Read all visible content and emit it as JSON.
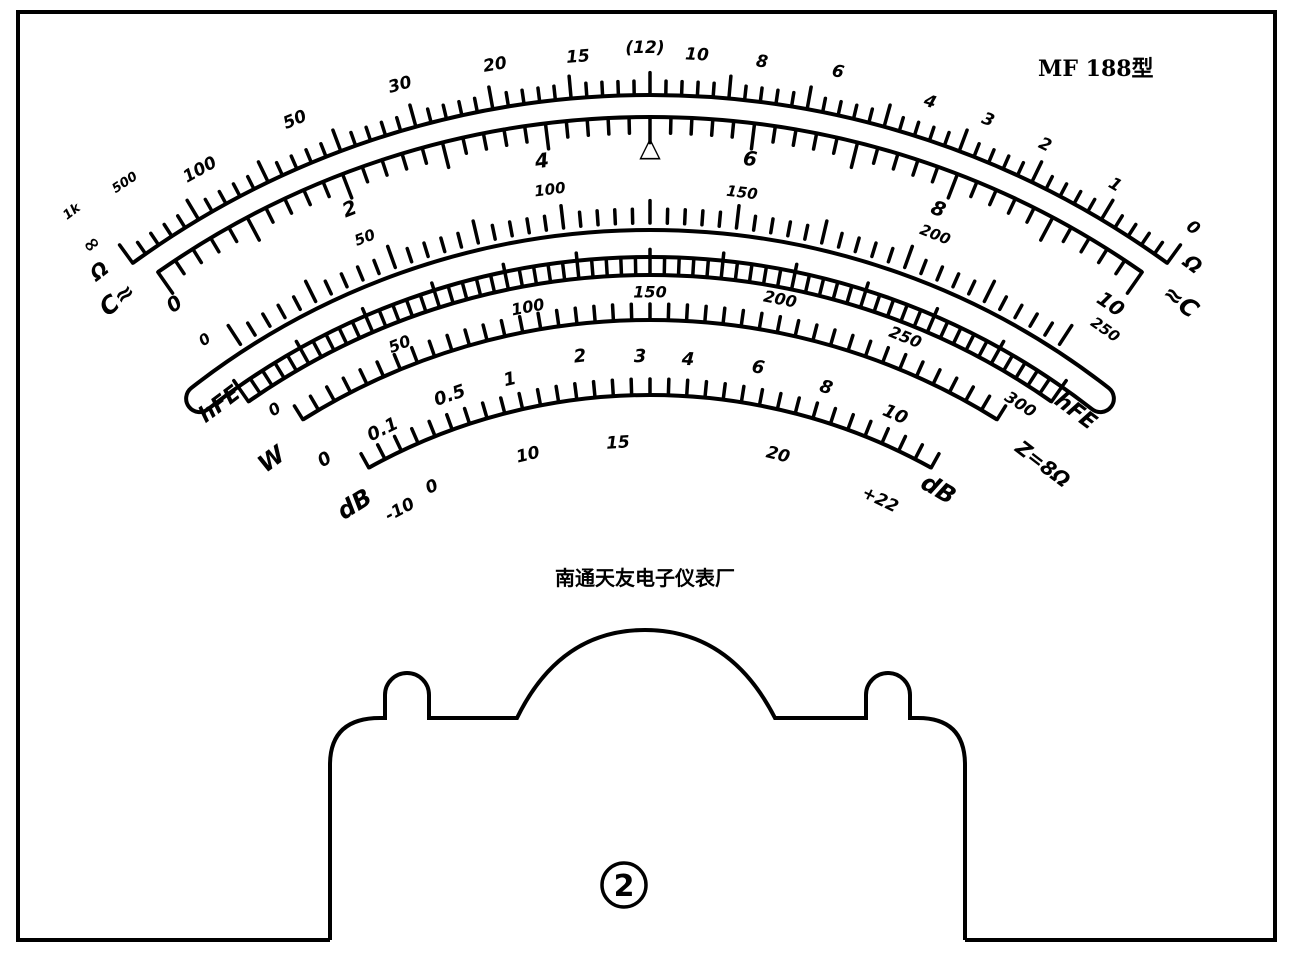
{
  "title": "MF 188型",
  "manufacturer": "南通天友电子仪表厂",
  "figure_number": "②",
  "scales": {
    "ohm": {
      "labels": [
        "1k",
        "500",
        "100",
        "50",
        "30",
        "20",
        "15",
        "(12)",
        "10",
        "8",
        "6",
        "4",
        "3",
        "2",
        "1",
        "0"
      ],
      "left_unit": "∞",
      "left_symbol": "Ω",
      "right_symbol": "Ω"
    },
    "dc_10": {
      "labels": [
        "0",
        "2",
        "4",
        "6",
        "8",
        "10"
      ],
      "center_marker": "△",
      "left_unit": "C≈",
      "right_unit": "≈C"
    },
    "ac_250": {
      "labels": [
        "0",
        "50",
        "100",
        "150",
        "200",
        "250"
      ]
    },
    "hfe": {
      "labels": [
        "0",
        "50",
        "100",
        "150",
        "200",
        "250",
        "300"
      ],
      "left_unit": "hFE",
      "right_unit": "hFE"
    },
    "watt": {
      "labels": [
        "0",
        "0.1",
        "0.5",
        "1",
        "2",
        "3",
        "4",
        "6",
        "8",
        "10"
      ],
      "left_unit": "W",
      "right_unit": "Z=8Ω"
    },
    "db": {
      "labels": [
        "-10",
        "0",
        "10",
        "15",
        "20",
        "+22"
      ],
      "left_unit": "dB",
      "right_unit": "dB"
    }
  },
  "colors": {
    "ink": "#000000",
    "paper": "#ffffff"
  }
}
